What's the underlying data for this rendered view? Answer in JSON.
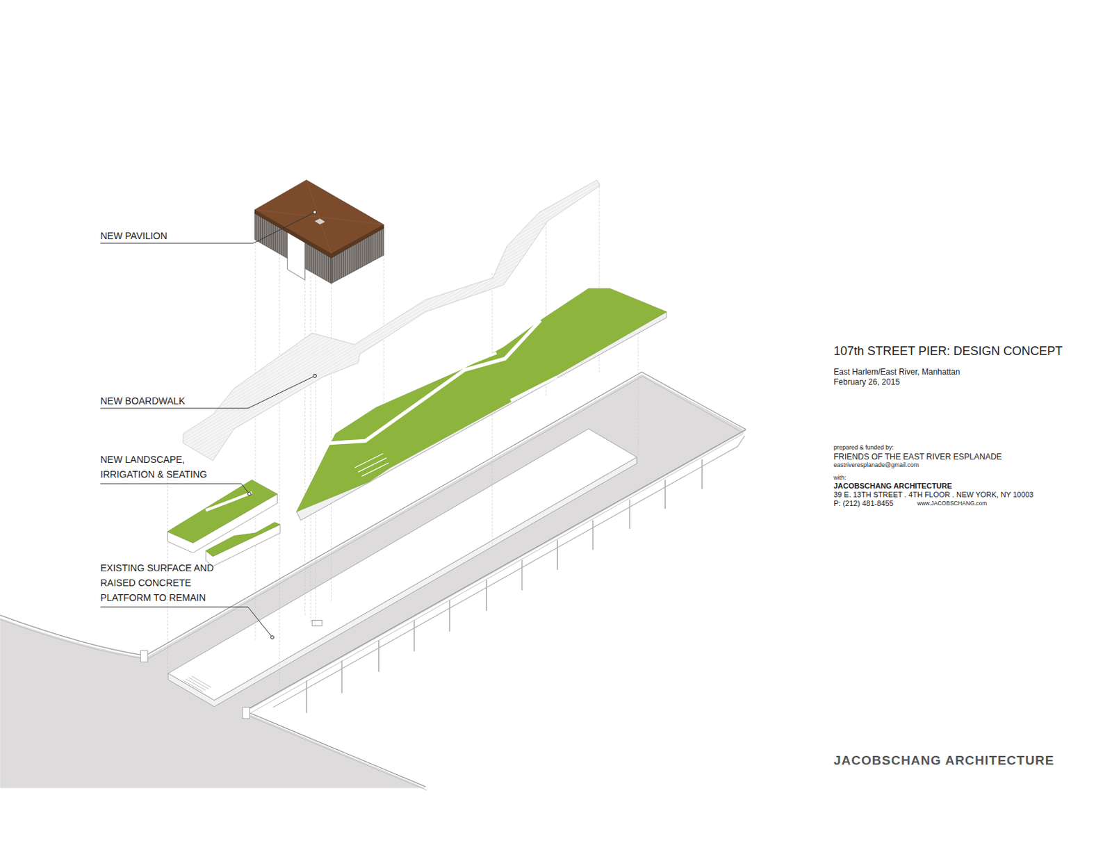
{
  "diagram": {
    "title": "107th STREET PIER: DESIGN CONCEPT",
    "labels": [
      "NEW PAVILION",
      "NEW BOARDWALK",
      "NEW LANDSCAPE, IRRIGATION & SEATING",
      "EXISTING SURFACE AND RAISED CONCRETE PLATFORM TO REMAIN",
      "East Harlem/East River, Manhattan",
      "February 26, 2015",
      "prepared & funded by:",
      "FRIENDS OF THE EAST RIVER ESPLANADE",
      "eastriveresplanade@gmail.com",
      "with:",
      "JACOBSCHANG ARCHITECTURE",
      "39 E. 13TH STREET . 4TH FLOOR . NEW YORK, NY 10003",
      "P: (212) 481-8455",
      "www.JACOBSCHANG.com",
      "JACOBSCHANG ARCHITECTURE"
    ]
  }
}
